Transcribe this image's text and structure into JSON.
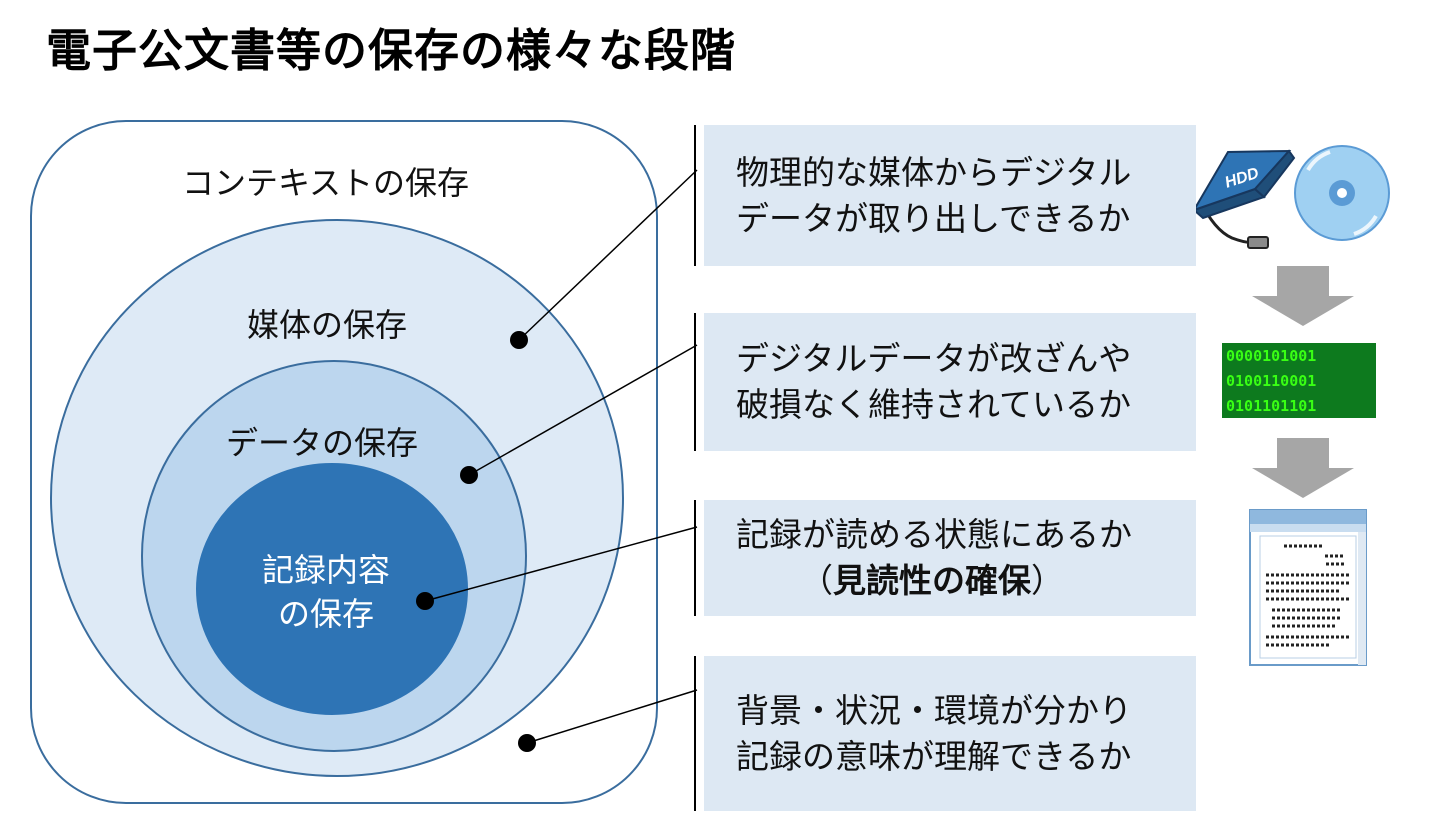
{
  "title": "電子公文書等の保存の様々な段階",
  "circles": {
    "context": "コンテキストの保存",
    "media": "媒体の保存",
    "data": "データの保存",
    "content_line1": "記録内容",
    "content_line2": "の保存"
  },
  "boxes": [
    {
      "line1": "物理的な媒体からデジタル",
      "line2": "データが取り出しできるか"
    },
    {
      "line1": "デジタルデータが改ざんや",
      "line2": "破損なく維持されているか"
    },
    {
      "line1": "記録が読める状態にあるか",
      "line2_open": "（",
      "line2_bold": "見読性の確保",
      "line2_close": "）"
    },
    {
      "line1": "背景・状況・環境が分かり",
      "line2": "記録の意味が理解できるか"
    }
  ],
  "icons": {
    "hdd_label": "HDD",
    "binary_rows": [
      "0000101001",
      "0100110001",
      "0101101101"
    ]
  },
  "colors": {
    "outer_fill": "#deeaf6",
    "middle_fill": "#bcd6ee",
    "inner_fill": "#2e74b5",
    "stroke": "#3a6d9e",
    "box_fill": "#dde8f3",
    "arrow": "#a6a6a6",
    "binary_bg": "#0d7a1e"
  }
}
